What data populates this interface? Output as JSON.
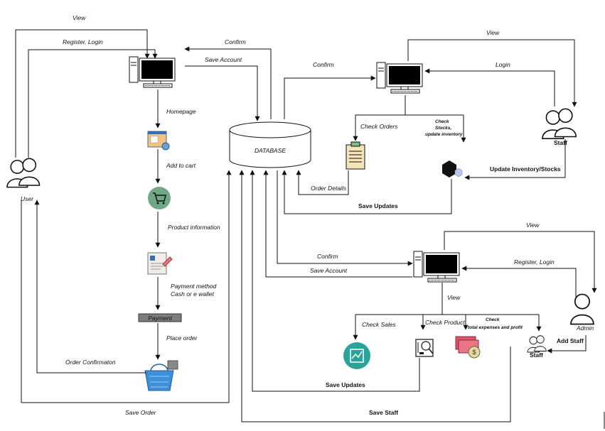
{
  "actors": {
    "user": "User",
    "staff_top": "Staff",
    "admin": "Admin",
    "staff_bottom": "Staff"
  },
  "database": "DATABASE",
  "user_flow": {
    "view": "View",
    "register_login": "Register, Login",
    "homepage": "Homepage",
    "add_to_cart": "Add to cart",
    "product_information": "Product information",
    "payment_method_line1": "Payment method",
    "payment_method_line2": "Cash or e  wallet",
    "payment_button": "Payment",
    "place_order": "Place order",
    "order_confirmation": "Order Confirmaton",
    "save_order": "Save Order"
  },
  "db_links": {
    "confirm_user": "Confirm",
    "save_account_user": "Save Account",
    "confirm_staff": "Confirm",
    "confirm_admin": "Confirm",
    "save_account_admin": "Save Account"
  },
  "staff_flow": {
    "view": "View",
    "login": "Login",
    "check_orders": "Check Orders",
    "check_stocks_line1": "Check",
    "check_stocks_line2": "Stocks,",
    "check_stocks_line3": "update inventory",
    "order_details": "Order Details",
    "save_updates": "Save Updates",
    "update_inventory": "Update Inventory/Stocks"
  },
  "admin_flow": {
    "view_top": "View",
    "register_login": "Register, Login",
    "view": "View",
    "check_sales": "Check Sales",
    "check_product": "Check Product",
    "check_expenses_line1": "Check",
    "check_expenses_line2": "total expenses and profit",
    "add_staff": "Add Staff",
    "save_updates": "Save Updates",
    "save_staff": "Save Staff"
  },
  "colors": {
    "line": "#111111",
    "monitor_screen": "#000000",
    "teal": "#2aa39b",
    "cart_circle": "#6fa884",
    "basket": "#3d8fd8",
    "money": "#d9546a"
  }
}
